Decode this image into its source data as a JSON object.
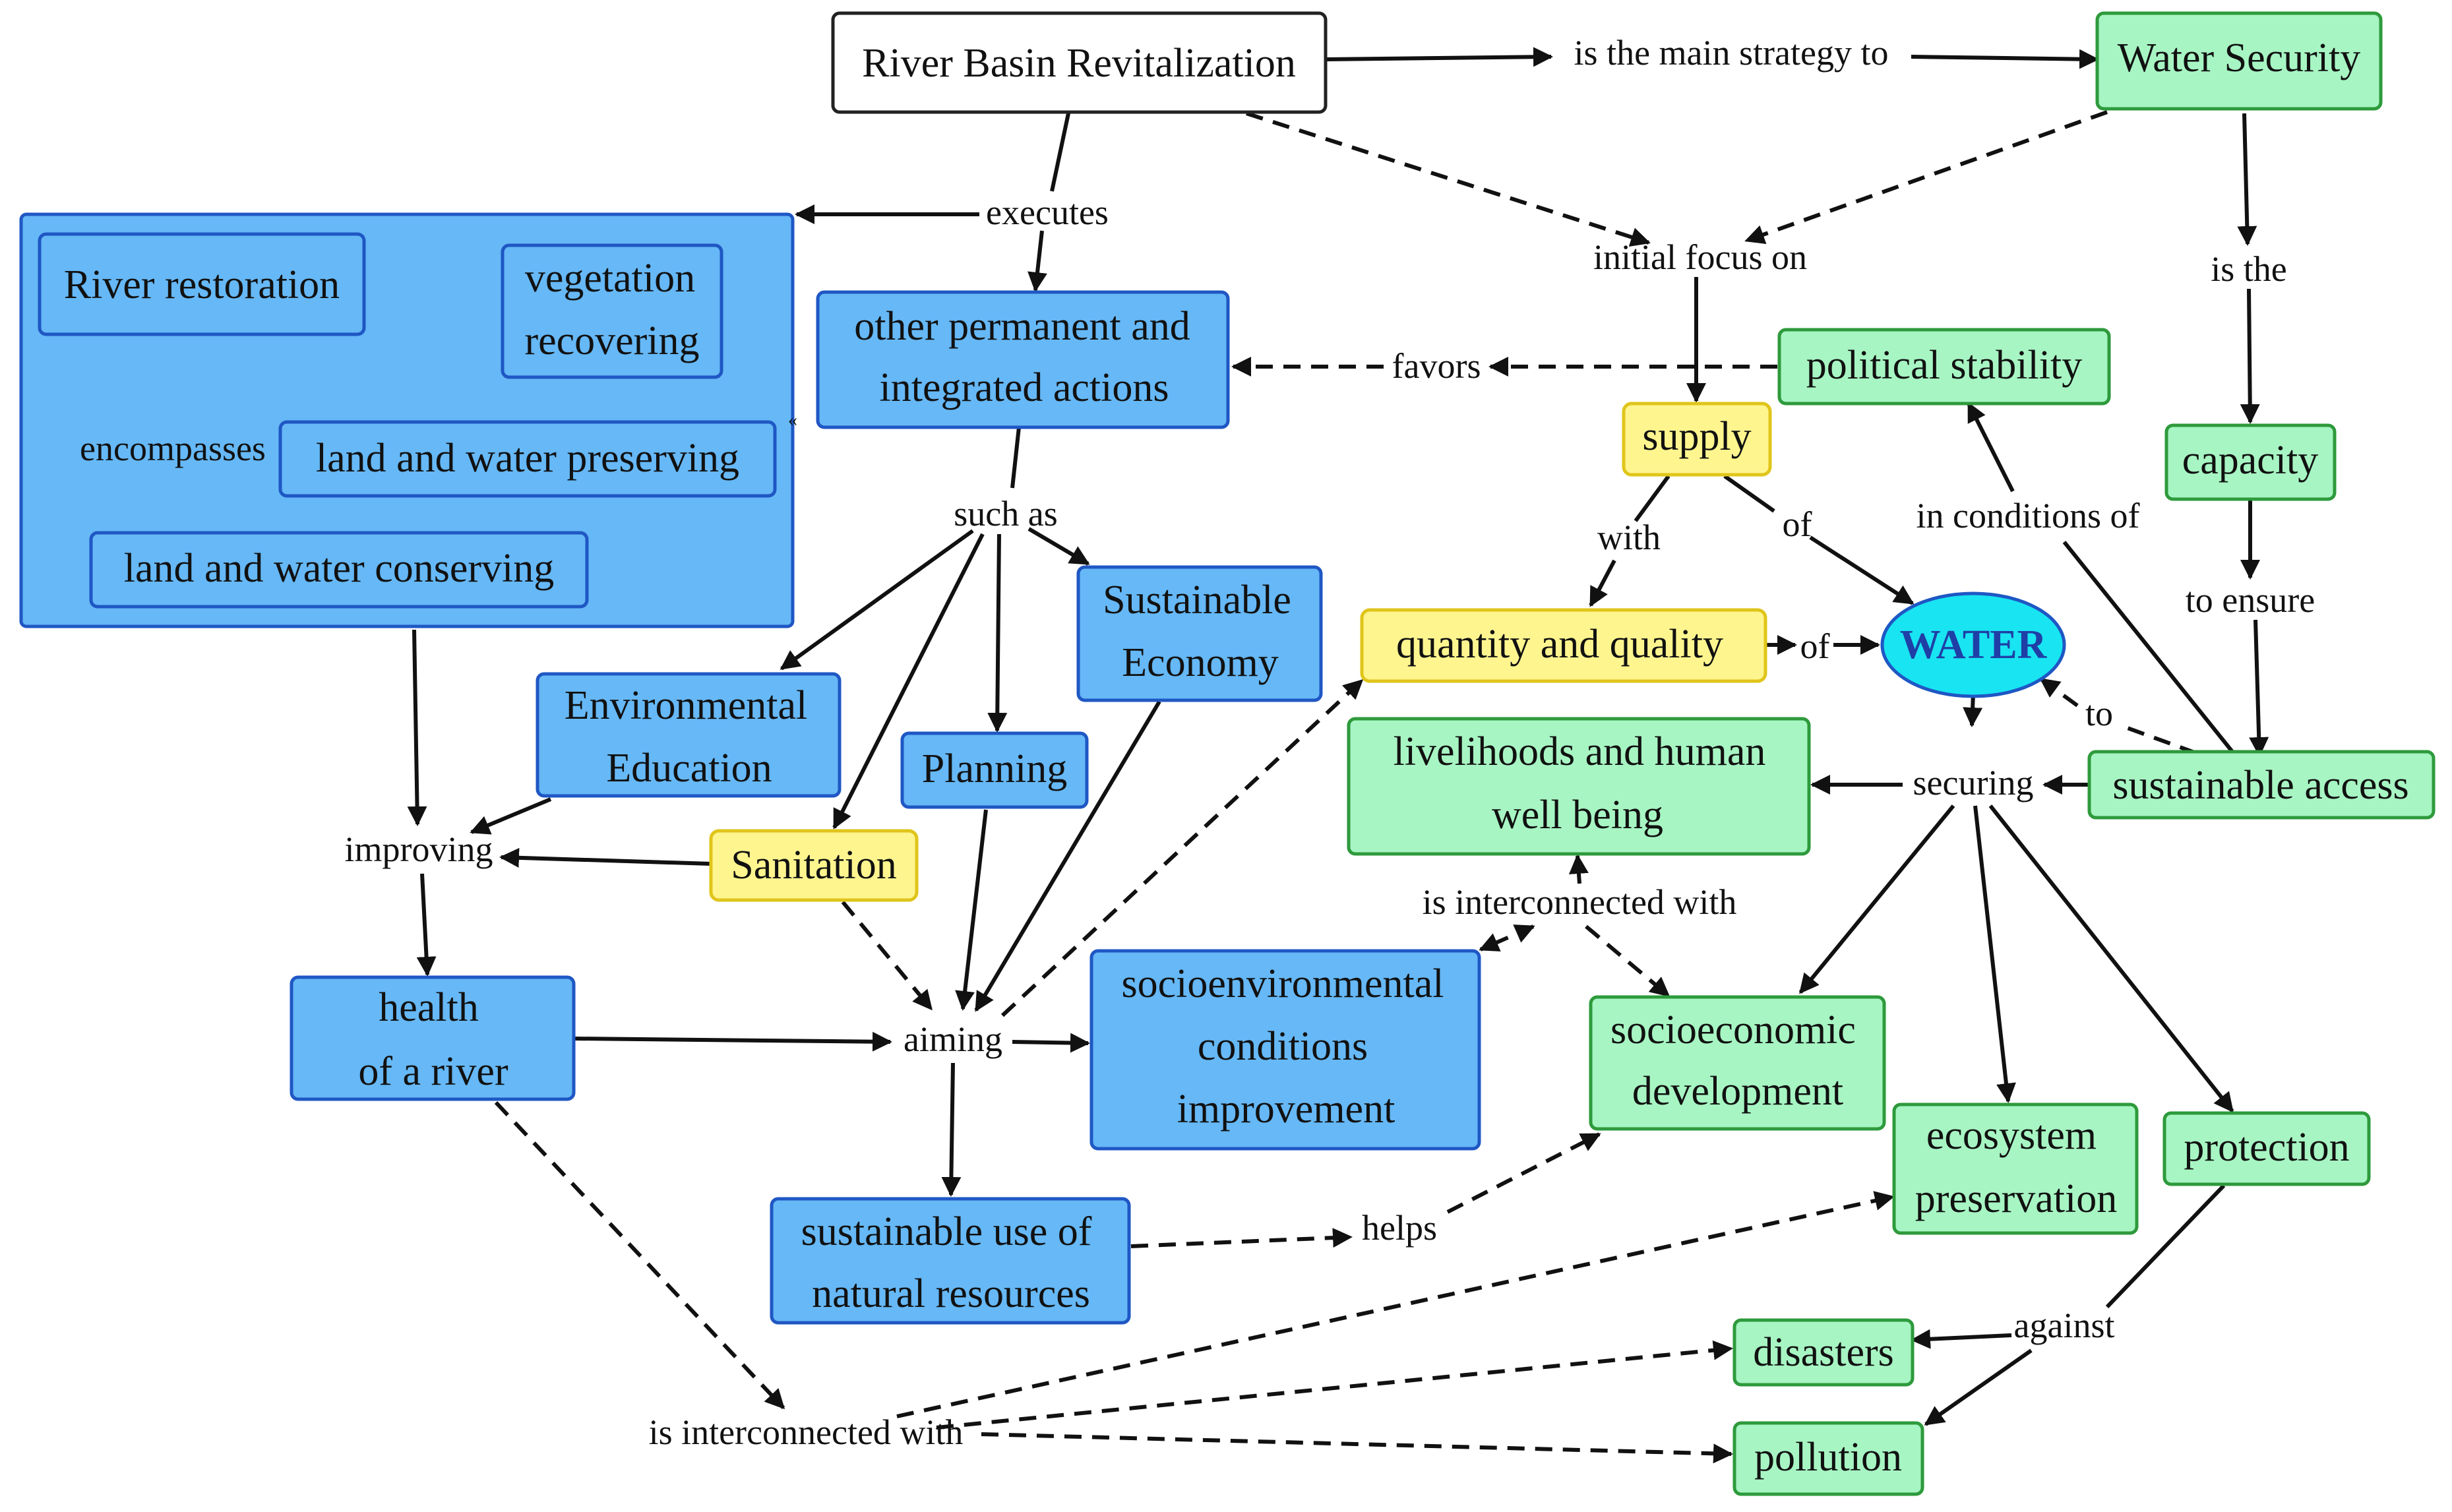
{
  "diagram": {
    "colors": {
      "blue": "#66b8f6",
      "blue_border": "#1f57c4",
      "green": "#a7f5c3",
      "green_border": "#2e9a3c",
      "yellow": "#fff58f",
      "yellow_border": "#e0c51a",
      "cyan": "#18e4f2",
      "cyan_border": "#1f57c4",
      "white_border": "#222222"
    },
    "nodes": {
      "river_basin_revitalization": "River Basin Revitalization",
      "water_security": "Water Security",
      "river_restoration": "River restoration",
      "vegetation_recovering": [
        "vegetation",
        "recovering"
      ],
      "land_water_preserving": "land and water preserving",
      "land_water_conserving": "land and water conserving",
      "other_actions": [
        "other permanent and",
        "integrated actions"
      ],
      "political_stability": "political stability",
      "supply": "supply",
      "capacity": "capacity",
      "sustainable_economy": [
        "Sustainable",
        "Economy"
      ],
      "environmental_education": [
        "Environmental",
        "Education"
      ],
      "planning": "Planning",
      "sanitation": "Sanitation",
      "quantity_quality": "quantity and quality",
      "water": "WATER",
      "livelihoods": [
        "livelihoods and human",
        "well being"
      ],
      "sustainable_access": "sustainable access",
      "health_river": [
        "health",
        "of a river"
      ],
      "socioenvironmental": [
        "socioenvironmental",
        "conditions",
        "improvement"
      ],
      "socioeconomic": [
        "socioeconomic",
        "development"
      ],
      "ecosystem": [
        "ecosystem",
        "preservation"
      ],
      "protection": "protection",
      "sustainable_use": [
        "sustainable use of",
        "natural resources"
      ],
      "disasters": "disasters",
      "pollution": "pollution"
    },
    "links": {
      "main_strategy": "is the main strategy to",
      "executes": "executes",
      "initial_focus": "initial  focus on",
      "is_the": "is the",
      "favors": "favors",
      "encompasses": "encompasses",
      "such_as": "such as",
      "with": "with",
      "of_supply": "of",
      "in_conditions_of": "in conditions of",
      "to_ensure": "to ensure",
      "of_qq": "of",
      "to": "to",
      "securing": "securing",
      "improving": "improving",
      "interconnected_top": "is interconnected with",
      "aiming": "aiming",
      "helps": "helps",
      "against": "against",
      "interconnected_bottom": "is interconnected with"
    },
    "stray_mark": "«"
  }
}
